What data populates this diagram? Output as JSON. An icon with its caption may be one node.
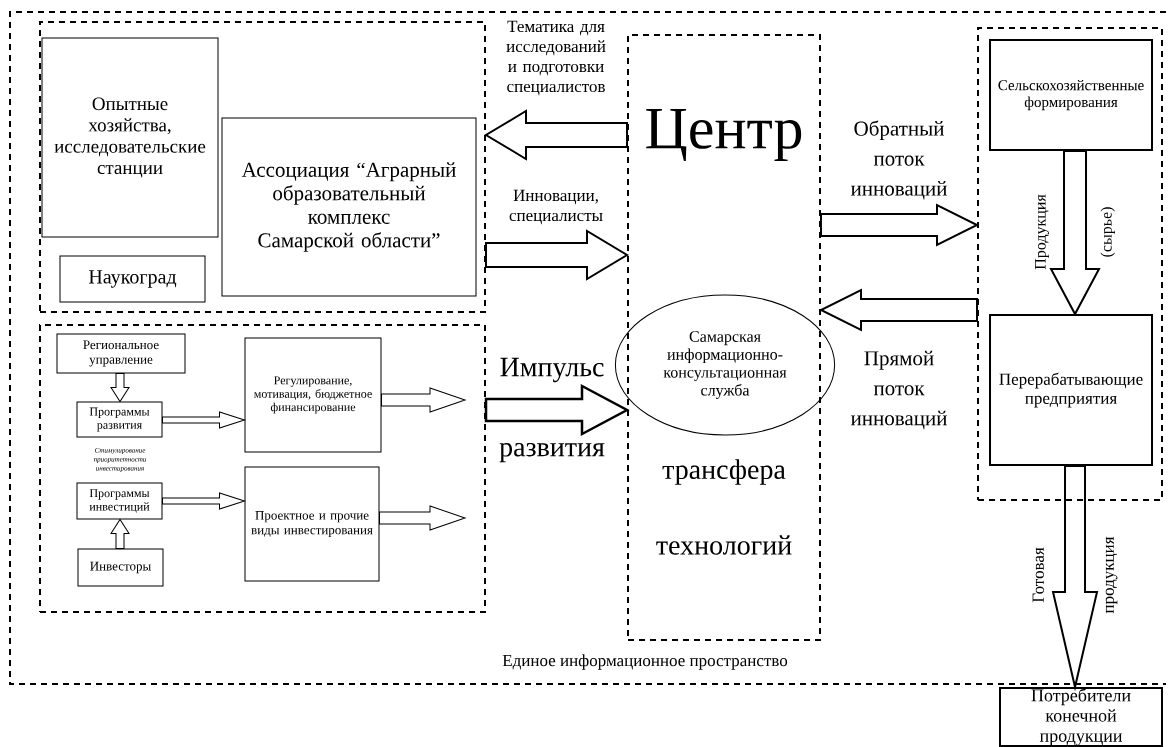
{
  "diagram": {
    "nodes": [
      {
        "text": [
          "Единое информационное пространство"
        ]
      },
      {
        "text": [],
        "shape": "box",
        "in": 0
      },
      {
        "text": [
          "Опытные хозяйства, исследовательские станции"
        ],
        "in": 1
      },
      {
        "text": [
          "Ассоциация “Аграрный образовательный комплекс Самарской области”"
        ],
        "in": 1
      },
      {
        "text": [
          "Наукоград"
        ],
        "in": 1
      },
      {
        "text": [],
        "shape": "box",
        "in": 0
      },
      {
        "text": [
          "Региональное управление"
        ],
        "in": 5
      },
      {
        "text": [
          "Программы развития"
        ],
        "in": 5
      },
      {
        "text": [
          "Регулирование, мотивация, бюджетное финансирование"
        ],
        "in": 5
      },
      {
        "text": [
          "Программы инвестиций"
        ],
        "in": 5
      },
      {
        "text": [
          "Инвесторы"
        ],
        "in": 5
      },
      {
        "text": [
          "Проектное и прочие виды инвестирования"
        ],
        "in": 5
      },
      {
        "text": [
          "Центр",
          "трансфера",
          "технологий"
        ],
        "in": 0
      },
      {
        "text": [
          "Самарская информационно-консультационная служба"
        ],
        "in": 12
      },
      {
        "text": [],
        "shape": "box",
        "in": 0
      },
      {
        "text": [
          "Сельскохозяйственные формирования"
        ],
        "in": 14
      },
      {
        "text": [
          "Перерабатывающие предприятия"
        ],
        "in": 14
      },
      {
        "text": [
          "Потребители конечной продукции"
        ]
      }
    ],
    "edges": [
      {
        "from": 12,
        "to": 1,
        "arrow": "to",
        "label": "Тематика для исследований и подготовки специалистов"
      },
      {
        "from": 1,
        "to": 12,
        "arrow": "to",
        "label": "Инновации, специалисты"
      },
      {
        "from": 12,
        "to": 14,
        "arrow": "to",
        "label": "Обратный поток инноваций"
      },
      {
        "from": 14,
        "to": 12,
        "arrow": "to",
        "label": "Прямой поток инноваций"
      },
      {
        "from": 15,
        "to": 16,
        "arrow": "to",
        "label": "Продукция (сырье)"
      },
      {
        "from": 16,
        "to": 17,
        "arrow": "to",
        "label": "Готовая продукция"
      },
      {
        "from": 6,
        "to": 7,
        "arrow": "to"
      },
      {
        "from": 10,
        "to": 9,
        "arrow": "to"
      },
      {
        "from": 7,
        "to": 8,
        "arrow": "to"
      },
      {
        "from": 9,
        "to": 11,
        "arrow": "to"
      },
      {
        "from": 8,
        "to": null,
        "arrow": "to"
      },
      {
        "from": 11,
        "to": null,
        "arrow": "to"
      },
      {
        "from": 5,
        "to": 12,
        "arrow": "to",
        "label": "Импульс развития"
      }
    ],
    "labels": [
      "Стимулирование приоритетности инвестирования"
    ]
  }
}
